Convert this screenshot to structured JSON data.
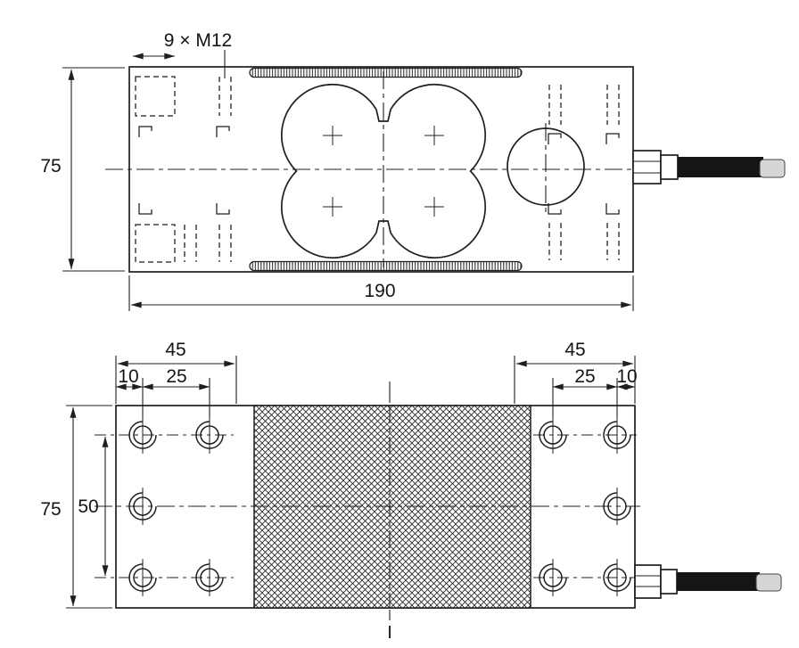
{
  "drawing": {
    "top_view": {
      "thread_callout": "9 × M12",
      "width_mm": "75",
      "length_mm": "190"
    },
    "bottom_view": {
      "left_block_width": "45",
      "left_edge_offset": "10",
      "left_hole_pitch": "25",
      "right_block_width": "45",
      "right_hole_pitch": "25",
      "right_edge_offset": "10",
      "body_width": "75",
      "hole_row_span": "50",
      "section_mark": "I"
    }
  }
}
